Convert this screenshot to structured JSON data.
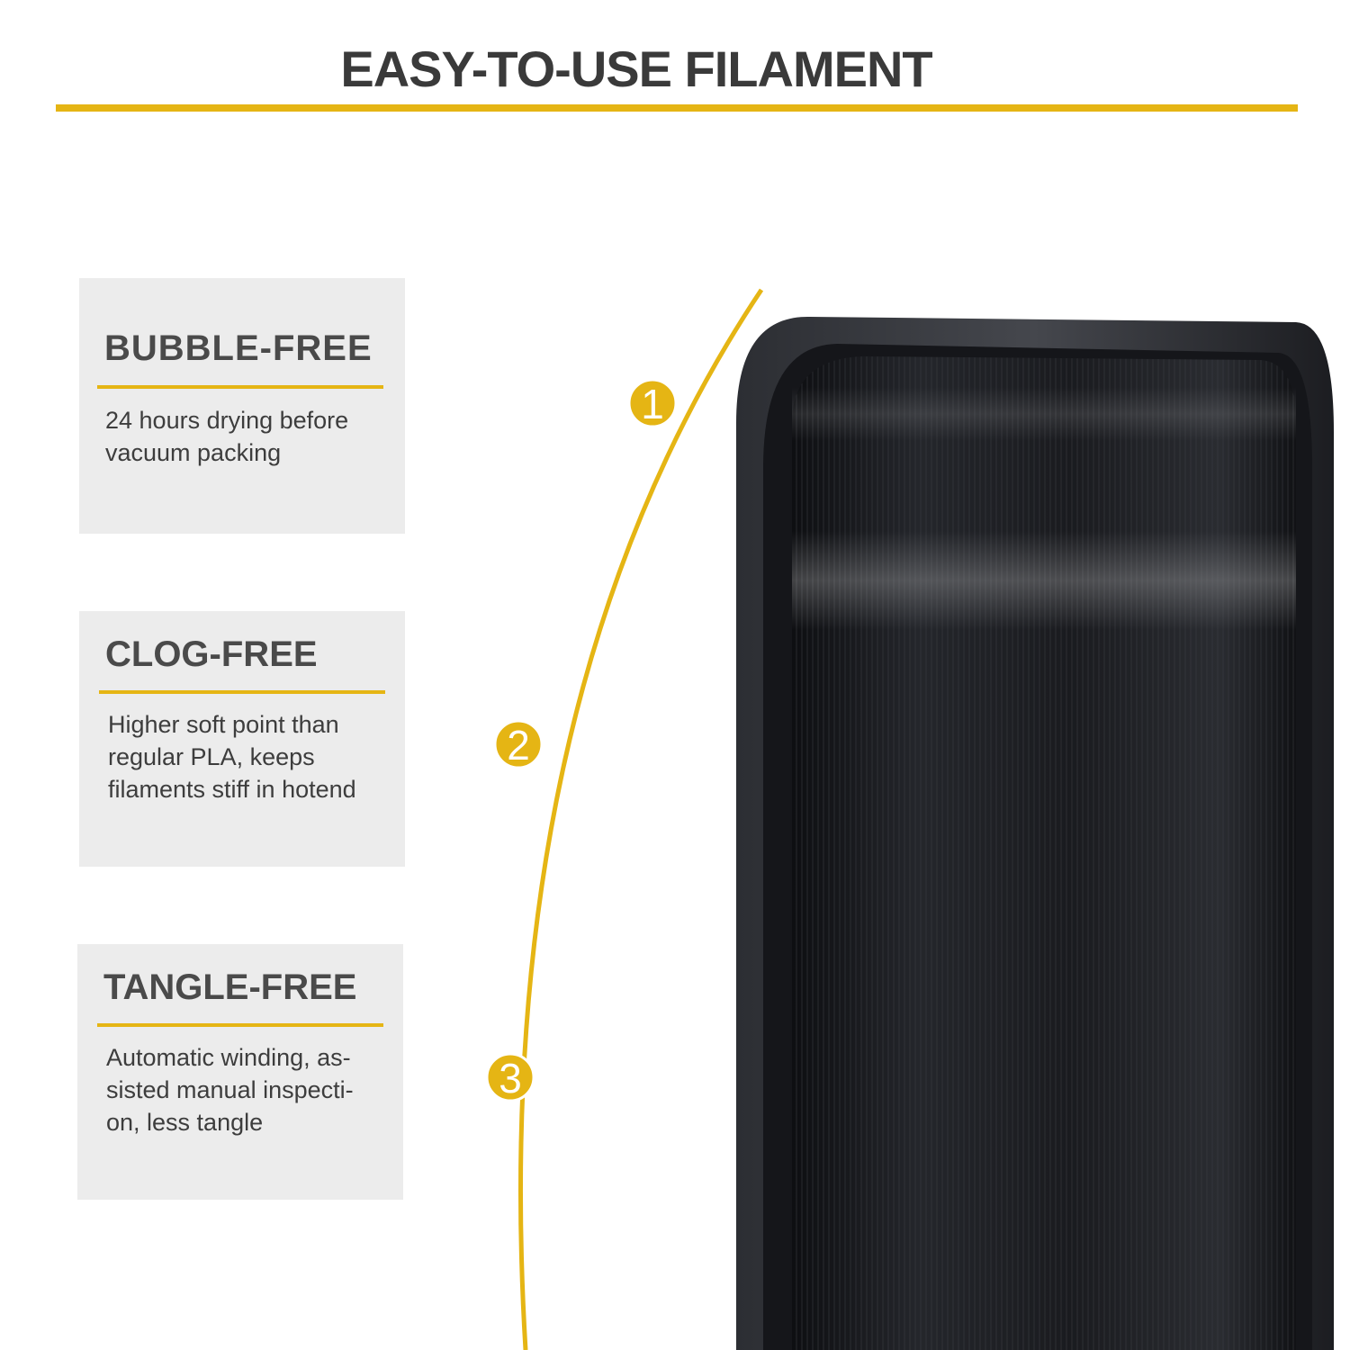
{
  "header": {
    "title": "EASY-TO-USE FILAMENT"
  },
  "features": [
    {
      "number": "1",
      "title": "BUBBLE-FREE",
      "description": "24 hours drying before\nvacuum packing"
    },
    {
      "number": "2",
      "title": "CLOG-FREE",
      "description": "Higher soft point than\nregular PLA, keeps\nfilaments stiff in hotend"
    },
    {
      "number": "3",
      "title": "TANGLE-FREE",
      "description": "Automatic winding, as-\nsisted manual inspecti-\non, less tangle"
    }
  ],
  "colors": {
    "accent": "#e5b514",
    "card_background": "#ececec",
    "title_text": "#3a3a3a",
    "filament": "#1a1b1f"
  },
  "product_image": "black-filament-spool"
}
